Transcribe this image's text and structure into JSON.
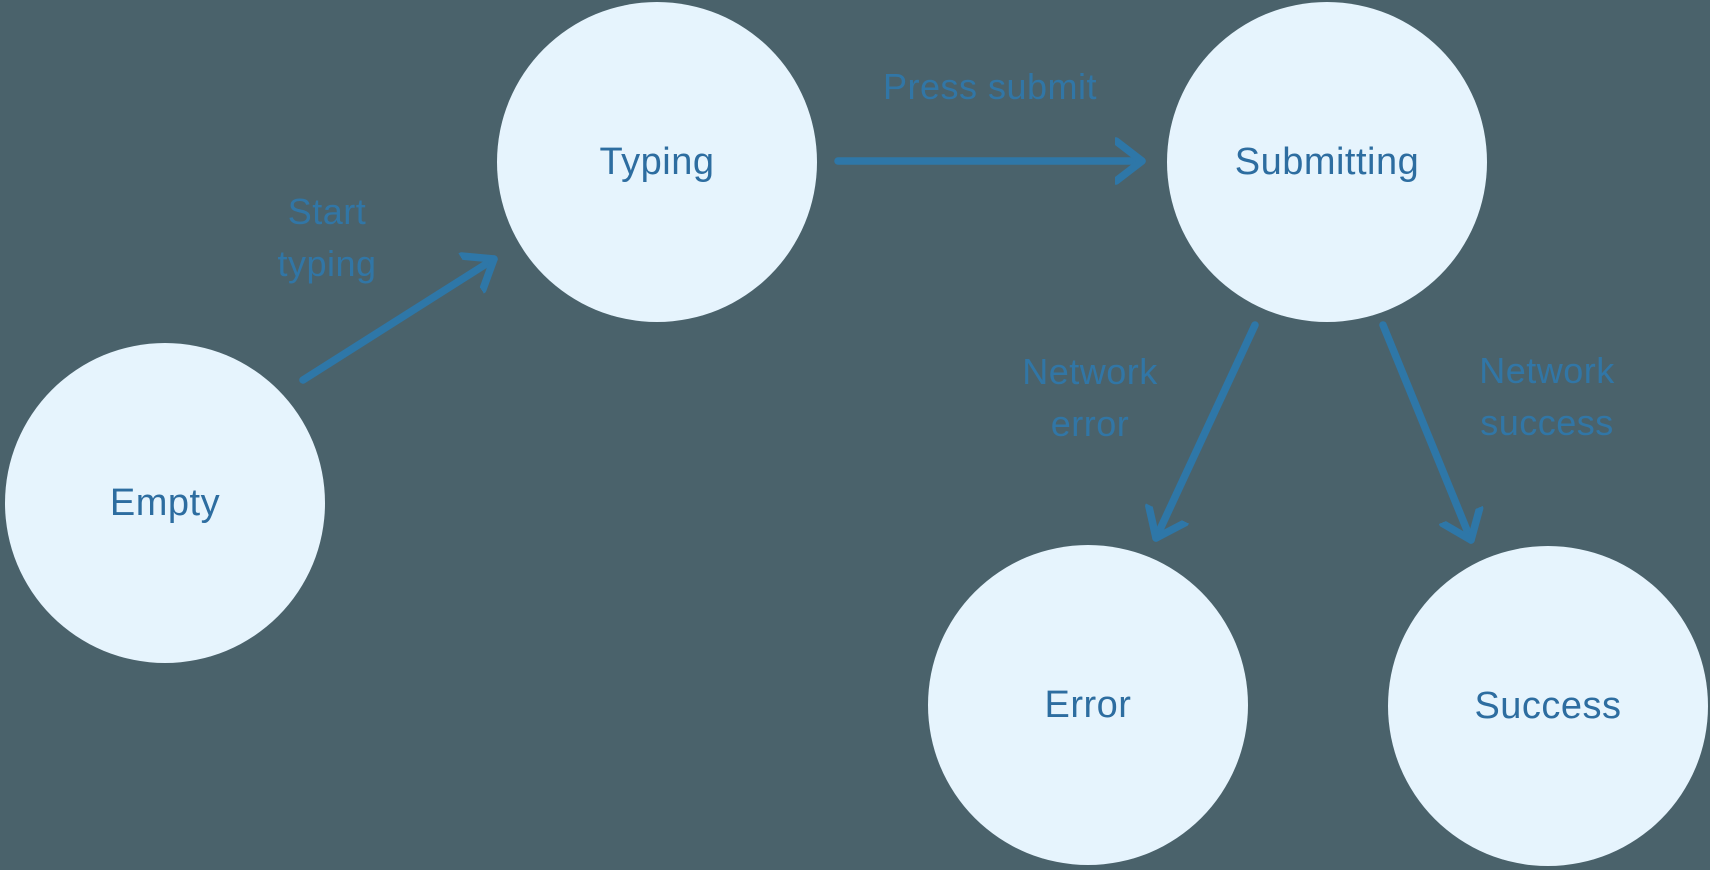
{
  "diagram": {
    "type": "state-machine",
    "nodes": [
      {
        "id": "empty",
        "label": "Empty"
      },
      {
        "id": "typing",
        "label": "Typing"
      },
      {
        "id": "submitting",
        "label": "Submitting"
      },
      {
        "id": "error",
        "label": "Error"
      },
      {
        "id": "success",
        "label": "Success"
      }
    ],
    "edges": [
      {
        "id": "start-typing",
        "from": "empty",
        "to": "typing",
        "label": "Start typing",
        "label_lines": [
          "Start",
          "typing"
        ]
      },
      {
        "id": "press-submit",
        "from": "typing",
        "to": "submitting",
        "label": "Press submit",
        "label_lines": [
          "Press submit"
        ]
      },
      {
        "id": "network-error",
        "from": "submitting",
        "to": "error",
        "label": "Network error",
        "label_lines": [
          "Network",
          "error"
        ]
      },
      {
        "id": "network-success",
        "from": "submitting",
        "to": "success",
        "label": "Network success",
        "label_lines": [
          "Network",
          "success"
        ]
      }
    ],
    "colors": {
      "background": "#4a626b",
      "node_fill": "#e6f4fd",
      "node_text": "#2d6da0",
      "arrow": "#2e77a8",
      "edge_label": "#3176a6"
    }
  }
}
